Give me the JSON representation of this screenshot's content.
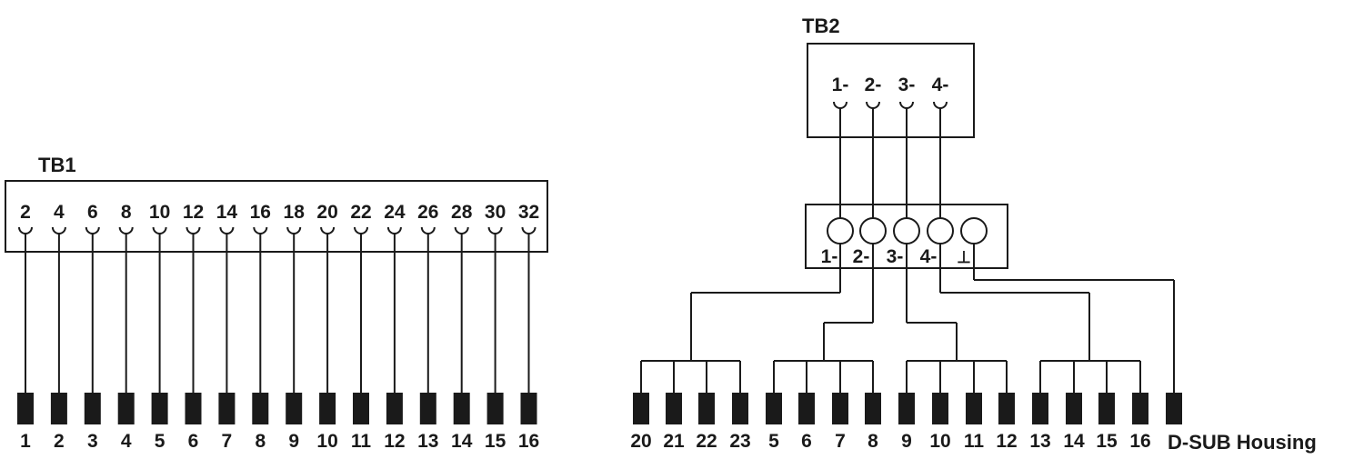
{
  "tb1": {
    "title": "TB1",
    "terminals": [
      "2",
      "4",
      "6",
      "8",
      "10",
      "12",
      "14",
      "16",
      "18",
      "20",
      "22",
      "24",
      "26",
      "28",
      "30",
      "32"
    ],
    "pins": [
      "1",
      "2",
      "3",
      "4",
      "5",
      "6",
      "7",
      "8",
      "9",
      "10",
      "11",
      "12",
      "13",
      "14",
      "15",
      "16"
    ]
  },
  "tb2": {
    "title": "TB2",
    "terminals": [
      "1-",
      "2-",
      "3-",
      "4-"
    ]
  },
  "distributor": {
    "labels": [
      "1-",
      "2-",
      "3-",
      "4-",
      "⊥"
    ]
  },
  "dsub": {
    "groups": [
      [
        "20",
        "21",
        "22",
        "23"
      ],
      [
        "5",
        "6",
        "7",
        "8"
      ],
      [
        "9",
        "10",
        "11",
        "12"
      ],
      [
        "13",
        "14",
        "15",
        "16"
      ]
    ],
    "housing_label": "D-SUB Housing"
  }
}
